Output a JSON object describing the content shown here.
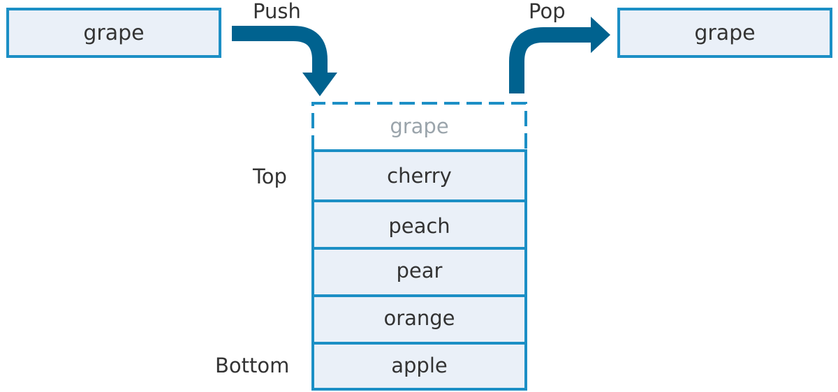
{
  "push": {
    "label": "Push",
    "input_item": "grape"
  },
  "pop": {
    "label": "Pop",
    "output_item": "grape"
  },
  "stack": {
    "incoming_item": "grape",
    "top_label": "Top",
    "bottom_label": "Bottom",
    "items": [
      "cherry",
      "peach",
      "pear",
      "orange",
      "apple"
    ]
  },
  "colors": {
    "border": "#1C8FC5",
    "arrow": "#00628F",
    "fill": "#EAF0F8",
    "ghost_text": "#9AA4AB"
  }
}
